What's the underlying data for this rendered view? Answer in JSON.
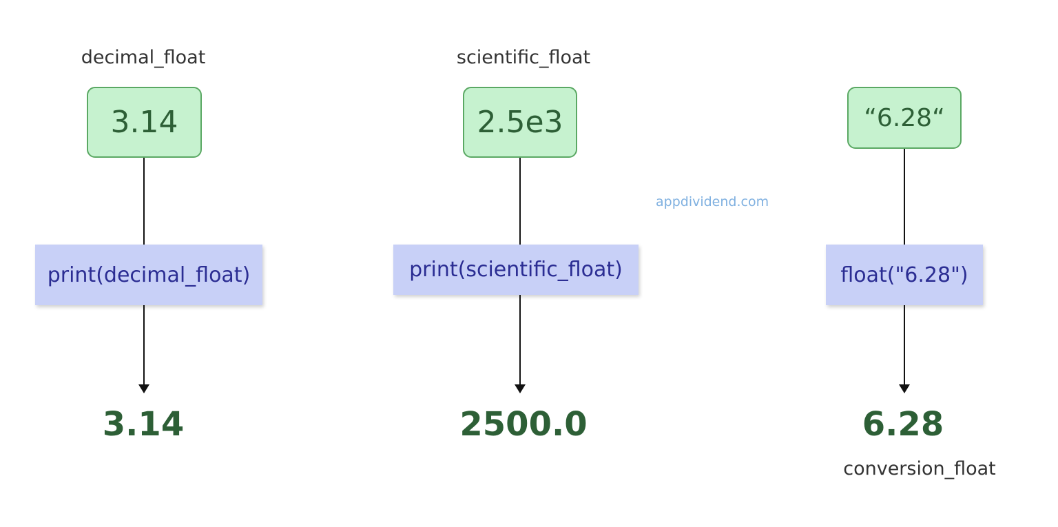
{
  "columns": [
    {
      "label": "decimal_float",
      "input": "3.14",
      "operation": "print(decimal_float)",
      "output": "3.14"
    },
    {
      "label": "scientific_float",
      "input": "2.5e3",
      "operation": "print(scientific_float)",
      "output": "2500.0"
    },
    {
      "input": "“6.28“",
      "operation": "float(\"6.28\")",
      "output": "6.28",
      "output_label": "conversion_float"
    }
  ],
  "watermark": "appdividend.com",
  "colors": {
    "input_fill": "#c6f2cf",
    "input_border": "#5aa863",
    "operation_fill": "#c8d0f7",
    "operation_text": "#2b2d93",
    "output_text": "#2d5f36"
  }
}
